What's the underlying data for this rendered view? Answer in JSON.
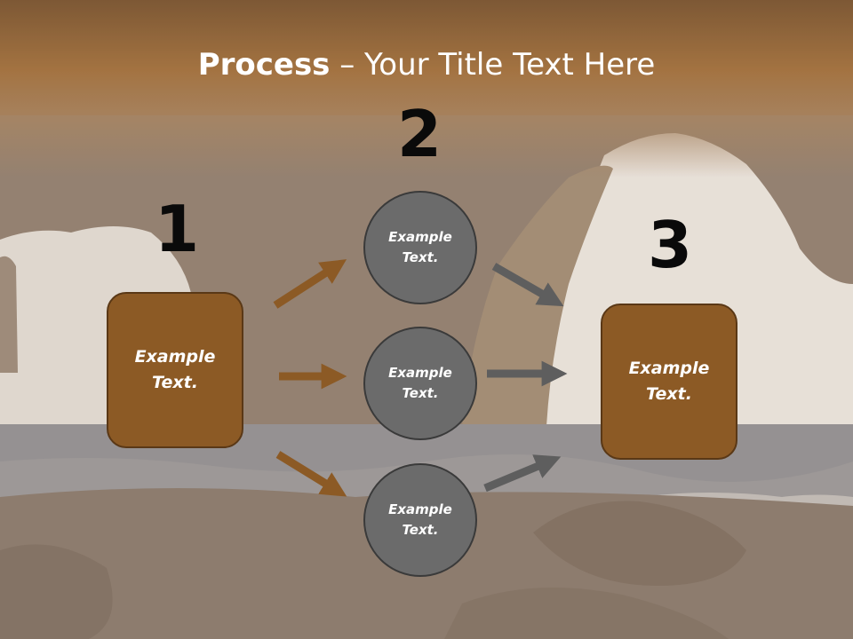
{
  "title": {
    "bold": "Process",
    "rest": " – Your Title Text Here"
  },
  "steps": [
    {
      "number": "1",
      "label": "Example\nText."
    },
    {
      "number": "2"
    },
    {
      "number": "3",
      "label": "Example\nText."
    }
  ],
  "nodes": [
    {
      "label": "Example\nText."
    },
    {
      "label": "Example\nText."
    },
    {
      "label": "Example\nText."
    }
  ],
  "colors": {
    "title_band": "#8a5526",
    "box_fill": "#8c5a25",
    "circle_fill": "#6b6b6b",
    "arrow_brown": "#8c5a25",
    "arrow_gray": "#5e5e5e",
    "number_color": "#0a0a0a"
  }
}
